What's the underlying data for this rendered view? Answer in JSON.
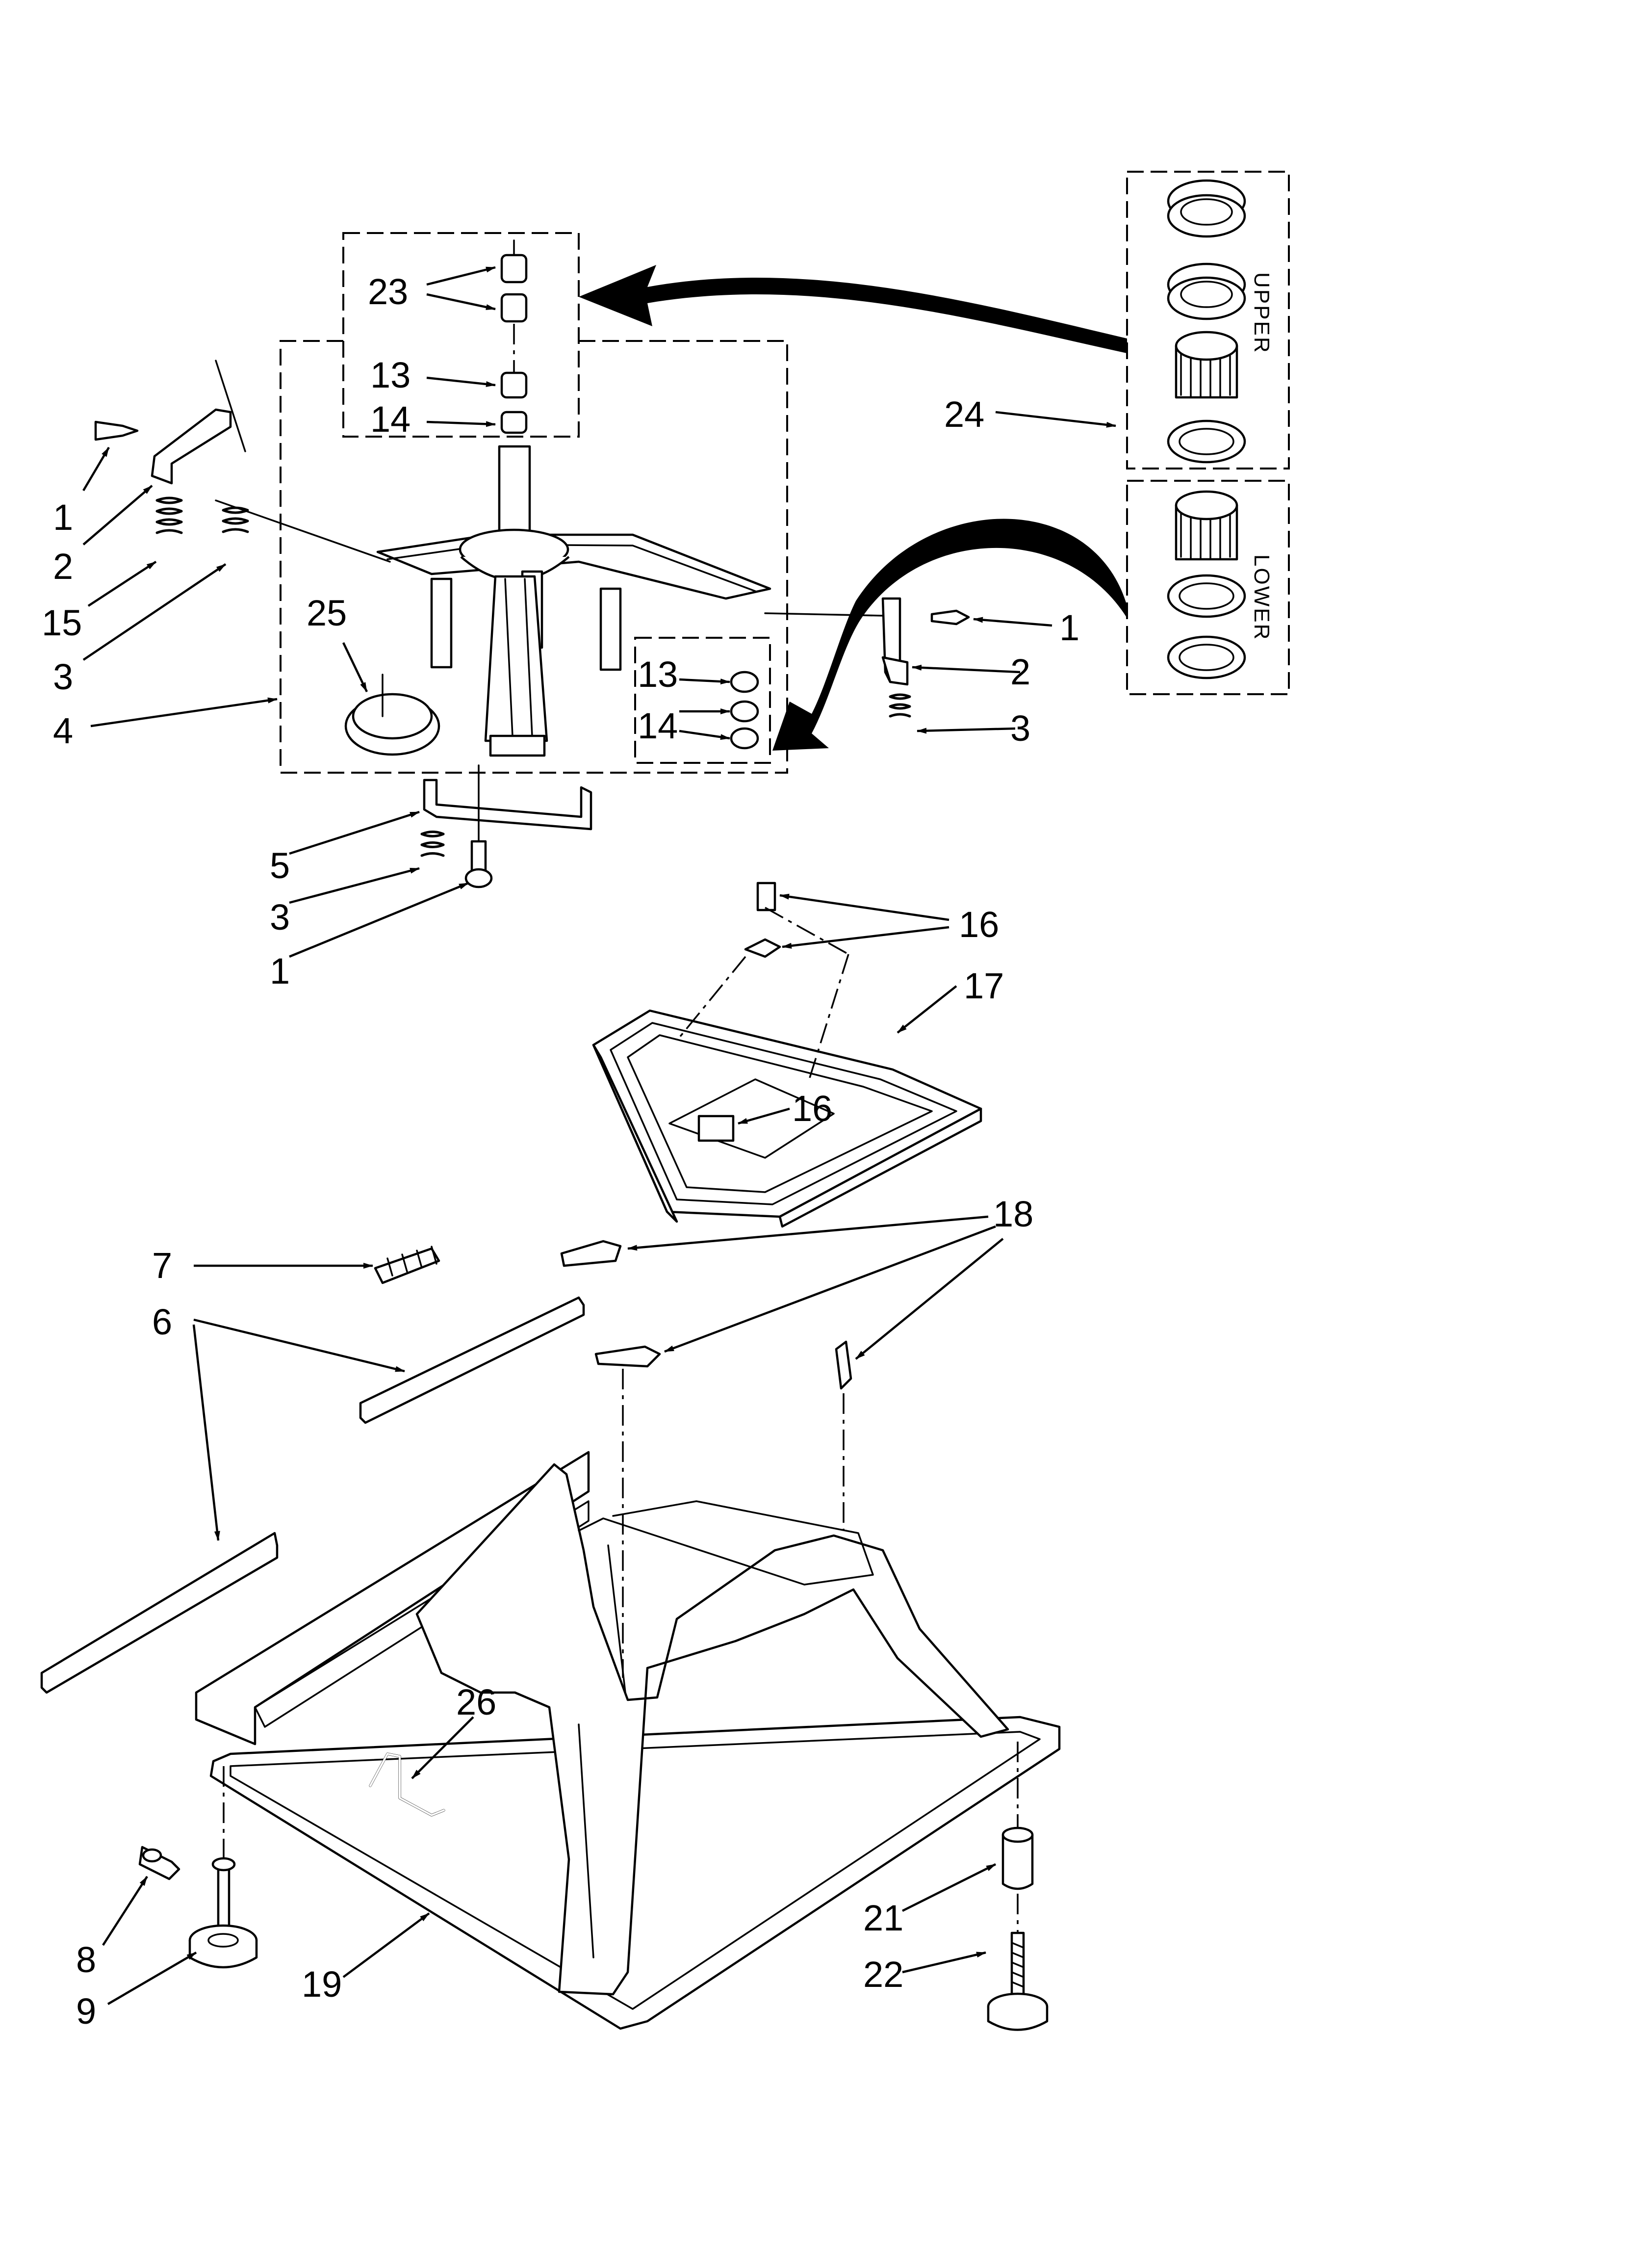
{
  "callouts": {
    "c1a": "1",
    "c2a": "2",
    "c15": "15",
    "c3a": "3",
    "c4": "4",
    "c25": "25",
    "c23": "23",
    "c13a": "13",
    "c14a": "14",
    "c24": "24",
    "c1b": "1",
    "c2b": "2",
    "c3b": "3",
    "c13b": "13",
    "c14b": "14",
    "c5": "5",
    "c3c": "3",
    "c1c": "1",
    "c16a": "16",
    "c17": "17",
    "c16b": "16",
    "c18": "18",
    "c7": "7",
    "c6": "6",
    "c26": "26",
    "c8": "8",
    "c9": "9",
    "c19": "19",
    "c21": "21",
    "c22": "22"
  },
  "kit_labels": {
    "upper": "UPPER",
    "lower": "LOWER"
  }
}
